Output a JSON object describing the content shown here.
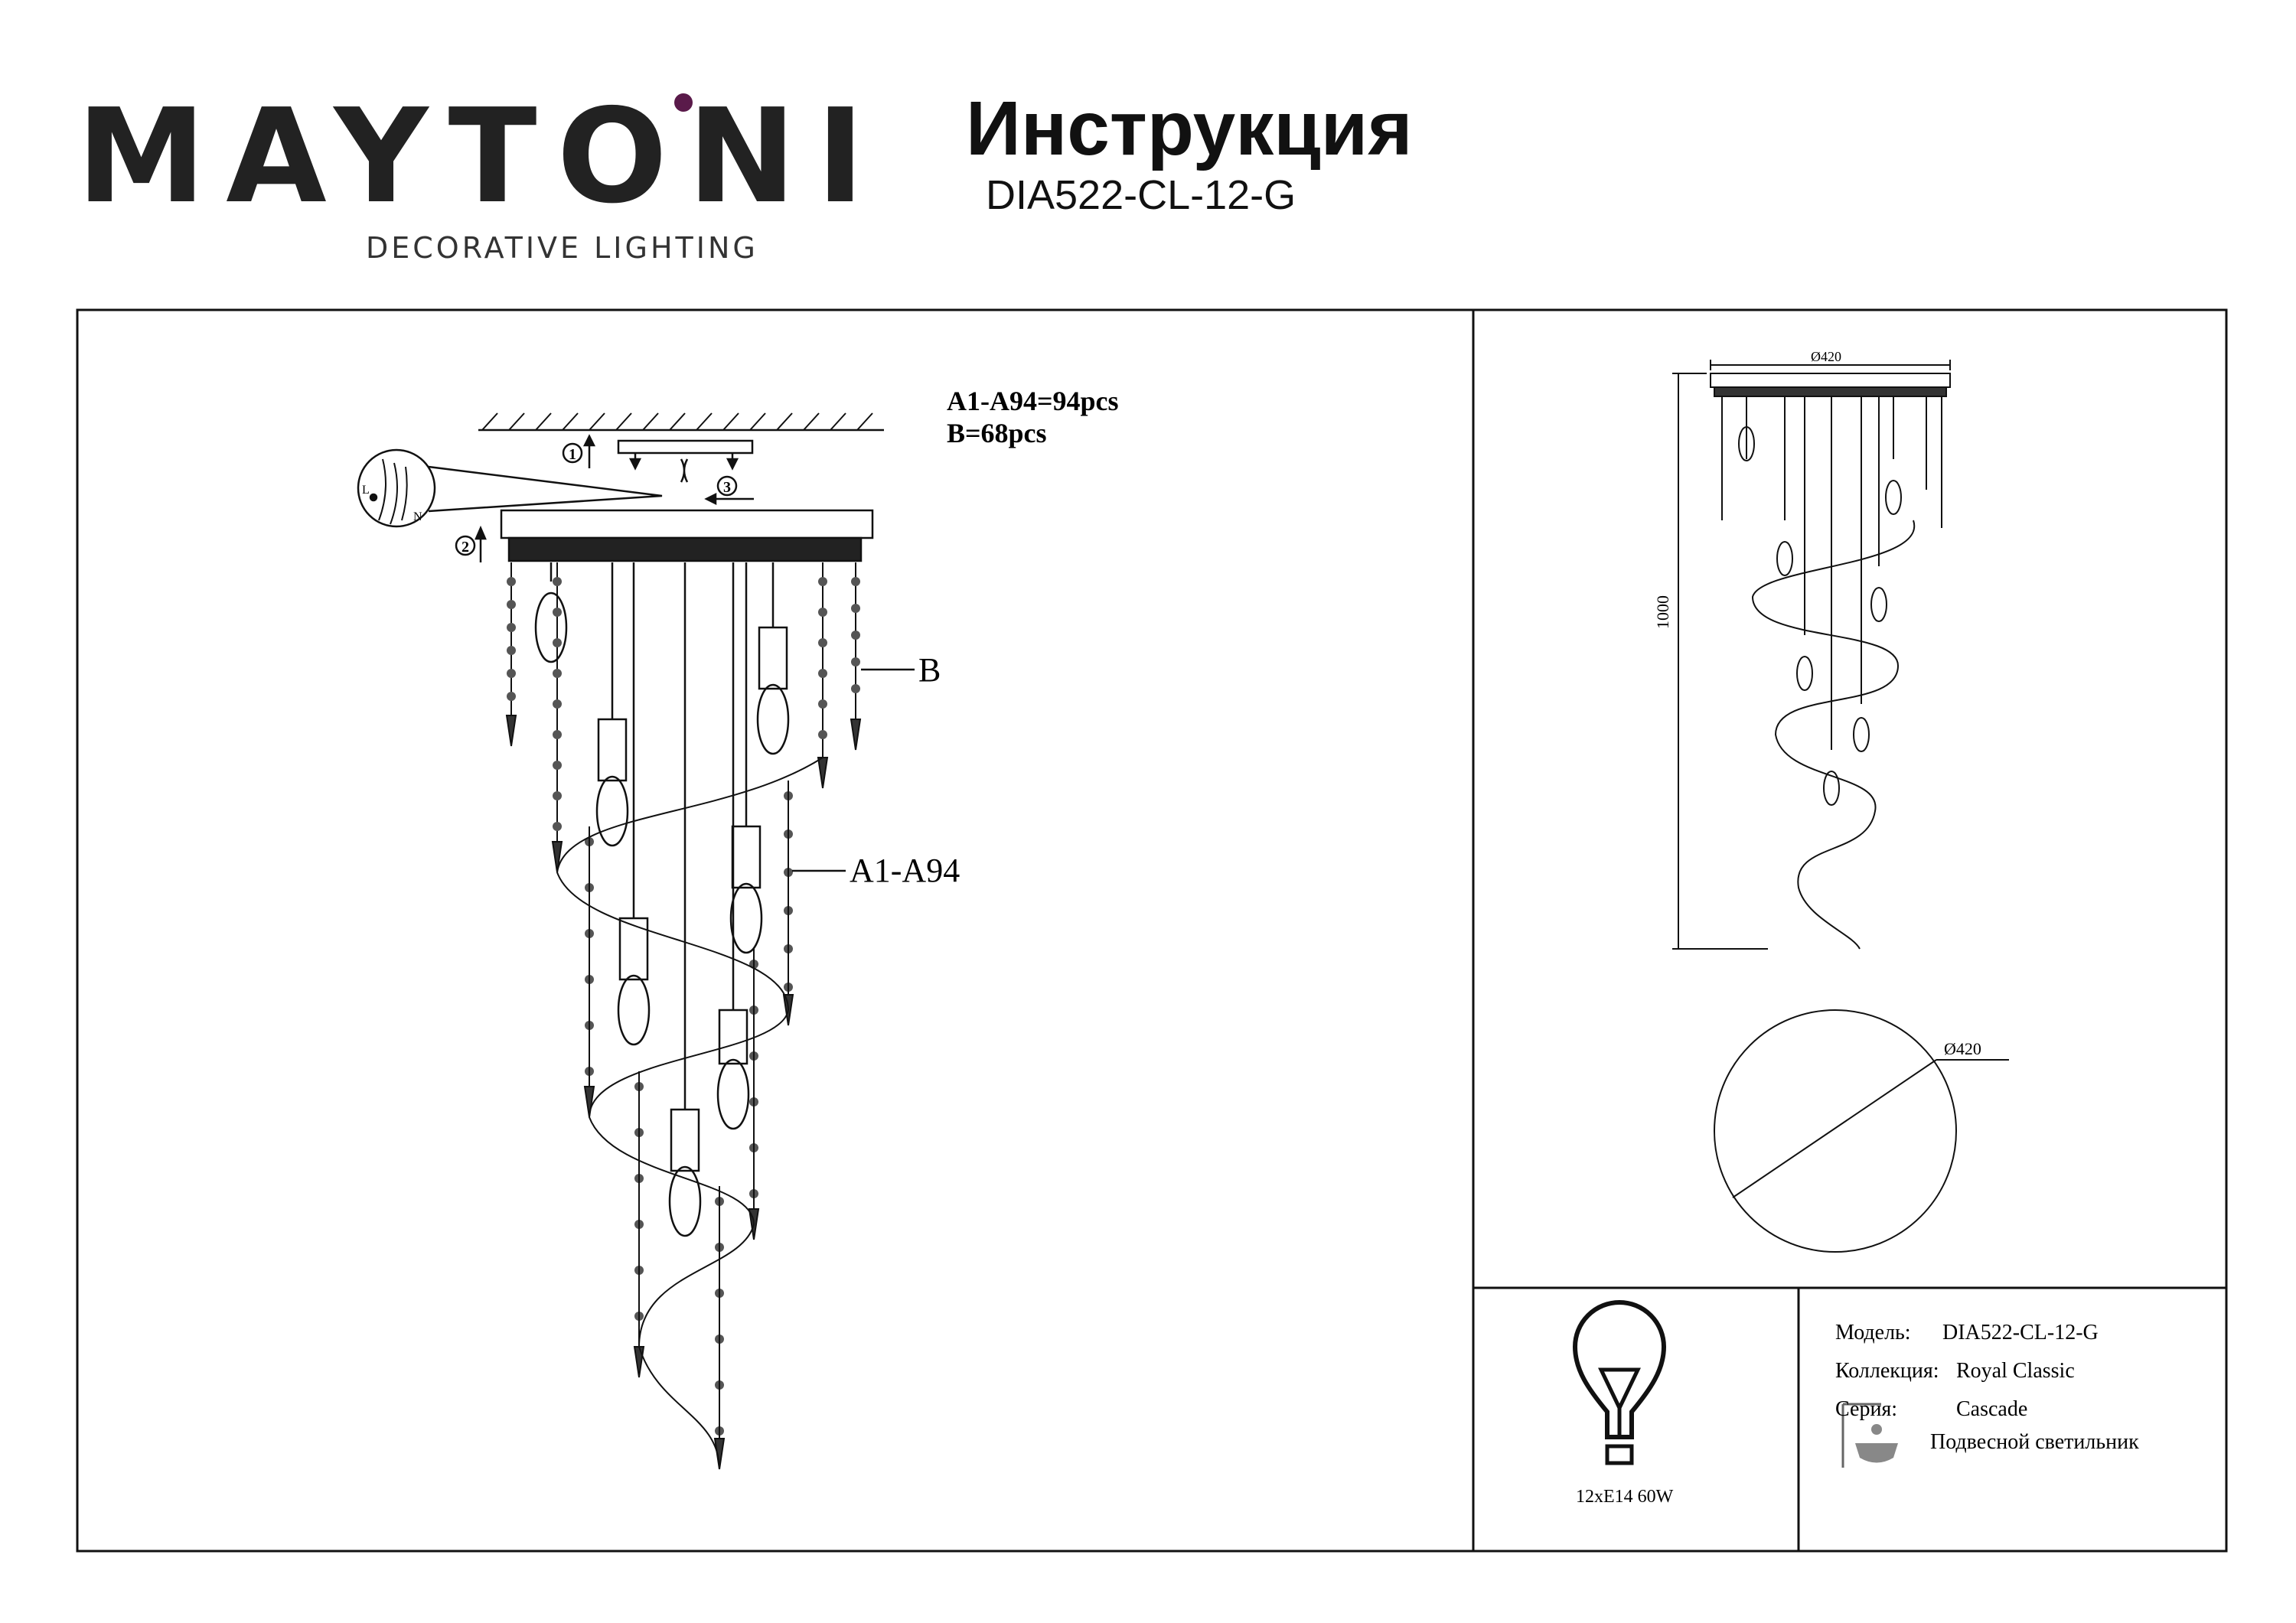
{
  "header": {
    "brand": "MAYTONI",
    "brand_tagline": "DECORATIVE LIGHTING",
    "title": "Инструкция",
    "model_code": "DIA522-CL-12-G"
  },
  "assembly": {
    "parts_a": "A1-A94=94pcs",
    "parts_b": "B=68pcs",
    "callout_b": "B",
    "callout_a": "A1-A94",
    "step_1": "1",
    "step_2": "2",
    "step_3": "3",
    "wire_l": "L",
    "wire_n": "N"
  },
  "dimensions": {
    "top_diameter": "Ø420",
    "height": "1000",
    "circle_diameter": "Ø420"
  },
  "bulb": {
    "spec": "12xE14 60W"
  },
  "specs": {
    "model_label": "Модель:",
    "model_value": "DIA522-CL-12-G",
    "collection_label": "Коллекция:",
    "collection_value": "Royal Classic",
    "series_label": "Серия:",
    "series_value": "Cascade",
    "type_value": "Подвесной светильник"
  },
  "colors": {
    "brand_accent": "#5a1a4a",
    "line": "#111111"
  }
}
